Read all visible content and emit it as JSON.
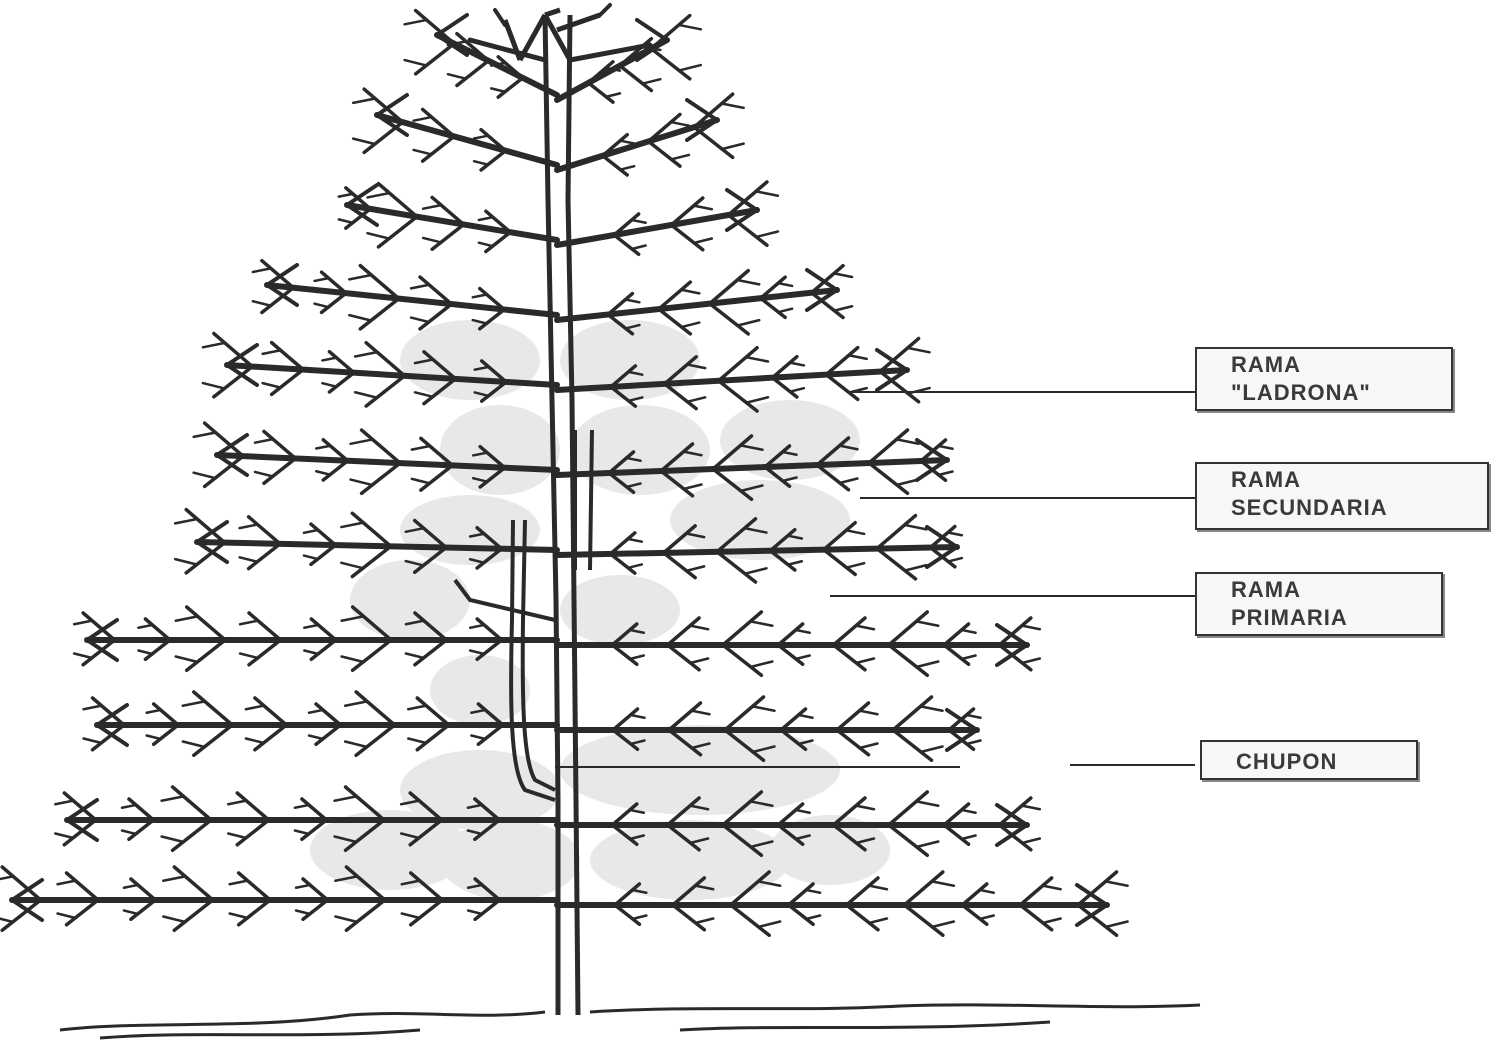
{
  "diagram": {
    "labels": [
      {
        "id": "ladrona",
        "line1": "RAMA",
        "line2": "\"LADRONA\""
      },
      {
        "id": "secundaria",
        "line1": "RAMA",
        "line2": "SECUNDARIA"
      },
      {
        "id": "primaria",
        "line1": "RAMA",
        "line2": "PRIMARIA"
      },
      {
        "id": "chupon",
        "line1": "CHUPON",
        "line2": ""
      }
    ],
    "colors": {
      "ink": "#2a2a2a",
      "shade": "#e6e6e6",
      "box_border": "#333333"
    }
  }
}
